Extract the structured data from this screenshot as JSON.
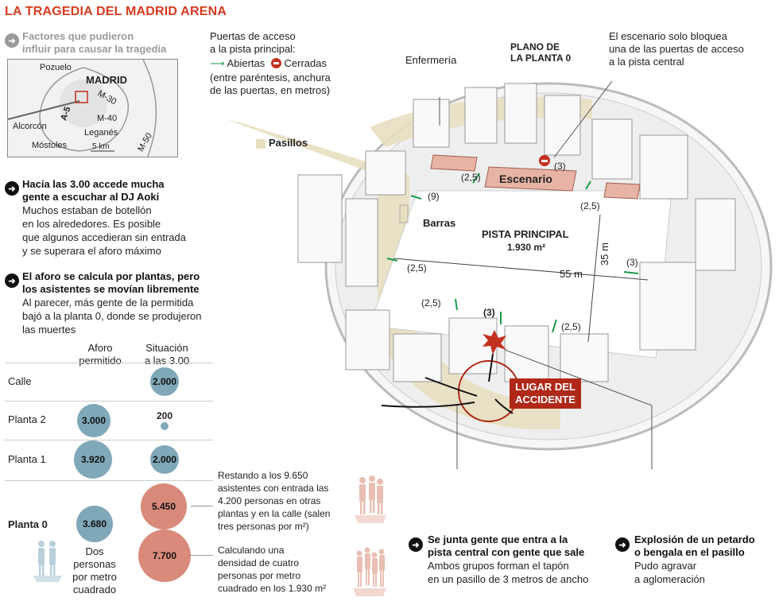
{
  "title": "LA TRAGEDIA DEL MADRID ARENA",
  "factors": {
    "line1": "Factores que pudieron",
    "line2": "influir para causar la tragedia"
  },
  "map": {
    "labels": [
      "Pozuelo",
      "MADRID",
      "M-30",
      "A-5",
      "M-40",
      "Alcorcón",
      "Leganés",
      "Móstoles",
      "5 km",
      "M-50"
    ]
  },
  "section1": {
    "head1": "Hacia las 3.00 accede mucha",
    "head2": "gente a escuchar al DJ Aoki",
    "body": [
      "Muchos estaban de botellón",
      "en los alrededores. Es posible",
      "que algunos accedieran sin entrada",
      "y se superara el aforo máximo"
    ]
  },
  "section2": {
    "head1": "El aforo se calcula por plantas, pero",
    "head2": "los asistentes se movían libremente",
    "body": [
      "Al parecer, más gente de la permitida",
      "bajó a la planta 0, donde se produjeron",
      "las muertes"
    ]
  },
  "table": {
    "col1": [
      "Aforo",
      "permitido"
    ],
    "col2": [
      "Situación",
      "a las 3.00"
    ],
    "rows": [
      {
        "label": "Calle",
        "allowed": "",
        "situation": "2.000"
      },
      {
        "label": "Planta 2",
        "allowed": "3.000",
        "situation": "200"
      },
      {
        "label": "Planta 1",
        "allowed": "3.920",
        "situation": "2.000"
      },
      {
        "label": "Planta 0",
        "allowed": "3.680",
        "situation_a": "5.450",
        "situation_b": "7.700"
      }
    ],
    "density_note": [
      "Dos",
      "personas",
      "por metro",
      "cuadrado"
    ]
  },
  "notes": {
    "a": [
      "Restando a los 9.650",
      "asistentes con entrada las",
      "4.200 personas en otras",
      "plantas y en la calle (salen",
      "tres personas por m²)"
    ],
    "b": [
      "Calculando  una",
      "densidad de cuatro",
      "personas por metro",
      "cuadrado en los 1.930 m²"
    ]
  },
  "legend": {
    "line1": "Puertas de acceso",
    "line2": "a la pista principal:",
    "open": "Abiertas",
    "closed": "Cerradas",
    "line3": "(entre paréntesis, anchura",
    "line4": "de las puertas, en metros)"
  },
  "plan": {
    "title1": "PLANO DE",
    "title2": "LA PLANTA 0",
    "stage_note": [
      "El escenario solo bloquea",
      "una de las puertas de acceso",
      "a la pista central"
    ],
    "infirmary": "Enfermería",
    "corridors": "Pasillos",
    "bars": "Barras",
    "stage": "Escenario",
    "main": "PISTA PRINCIPAL",
    "area": "1.930 m²",
    "width": "55 m",
    "depth": "35 m",
    "accident": [
      "LUGAR DEL",
      "ACCIDENTE"
    ],
    "doors": [
      "(3)",
      "(2,5)",
      "(2,5)",
      "(9)",
      "(2,5)",
      "(3)",
      "(2,5)",
      "(3)",
      "(2,5)"
    ]
  },
  "bottom": {
    "left_head": [
      "Se junta gente que entra a la",
      "pista central con gente que sale"
    ],
    "left_body": [
      "Ambos grupos forman el tapón",
      "en un pasillo de 3 metros de ancho"
    ],
    "right_head": [
      "Explosión de un petardo",
      "o bengala en el pasillo"
    ],
    "right_body": [
      "Pudo agravar",
      "a aglomeración"
    ]
  },
  "colors": {
    "accent": "#d83a1f",
    "blue": "#7fa8b8",
    "red": "#d98a7a",
    "green": "#1a9a4a",
    "corridor": "#e8dfc0"
  }
}
